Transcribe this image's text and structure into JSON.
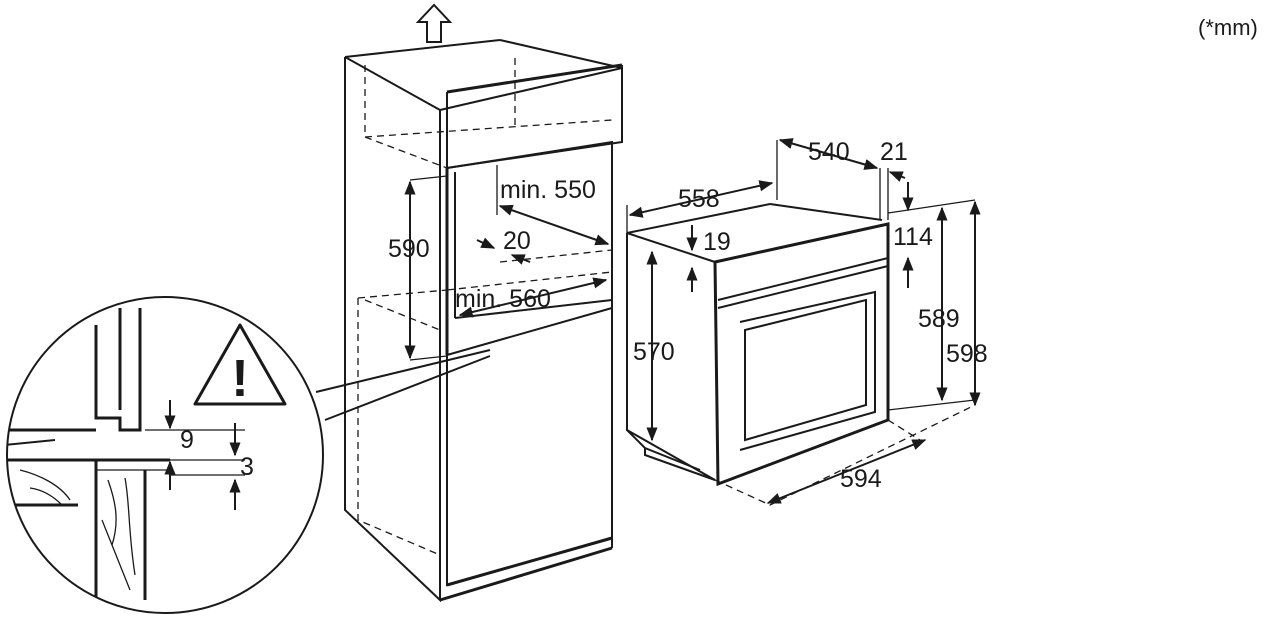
{
  "units_note": "(*mm)",
  "cabinet": {
    "niche_height": "590",
    "niche_depth_min": "min. 550",
    "rear_gap": "20",
    "niche_width_min": "min. 560"
  },
  "detail": {
    "dim_top": "9",
    "dim_bottom": "3",
    "warning_symbol": "!"
  },
  "oven": {
    "depth_total": "558",
    "depth_body": "540",
    "door_thickness": "21",
    "top_offset": "19",
    "control_offset": "114",
    "body_height": "570",
    "front_height_inner": "589",
    "front_height_total": "598",
    "width_total": "594"
  },
  "colors": {
    "line": "#1a1a1a",
    "background": "#ffffff"
  }
}
